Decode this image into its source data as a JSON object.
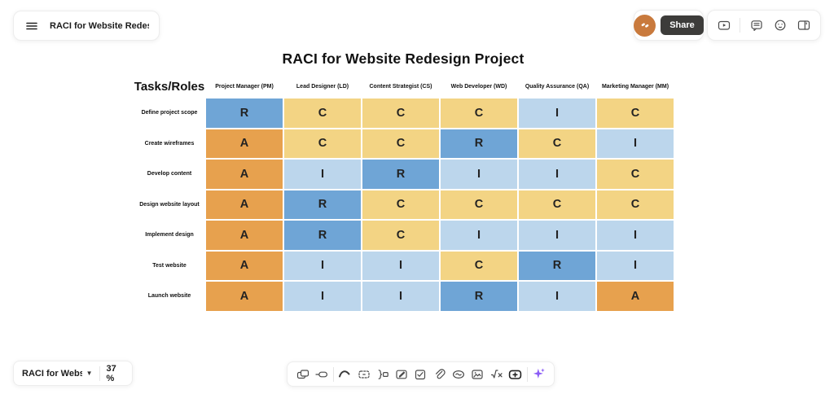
{
  "topbar": {
    "document_title": "RACI for Website Redesign Proj...",
    "share_label": "Share",
    "right_icons": [
      "play-icon",
      "divider",
      "comment-icon",
      "smiley-icon",
      "panel-icon"
    ]
  },
  "canvas": {
    "title": "RACI for Website Redesign Project"
  },
  "matrix": {
    "corner": "Tasks/Roles",
    "columns": [
      "Project Manager (PM)",
      "Lead Designer (LD)",
      "Content Strategist (CS)",
      "Web Developer (WD)",
      "Quality Assurance (QA)",
      "Marketing Manager (MM)"
    ],
    "rows": [
      {
        "task": "Define project scope",
        "values": [
          "R",
          "C",
          "C",
          "C",
          "I",
          "C"
        ]
      },
      {
        "task": "Create wireframes",
        "values": [
          "A",
          "C",
          "C",
          "R",
          "C",
          "I"
        ]
      },
      {
        "task": "Develop content",
        "values": [
          "A",
          "I",
          "R",
          "I",
          "I",
          "C"
        ]
      },
      {
        "task": "Design website layout",
        "values": [
          "A",
          "R",
          "C",
          "C",
          "C",
          "C"
        ]
      },
      {
        "task": "Implement design",
        "values": [
          "A",
          "R",
          "C",
          "I",
          "I",
          "I"
        ]
      },
      {
        "task": "Test website",
        "values": [
          "A",
          "I",
          "I",
          "C",
          "R",
          "I"
        ]
      },
      {
        "task": "Launch website",
        "values": [
          "A",
          "I",
          "I",
          "R",
          "I",
          "A"
        ]
      }
    ],
    "colors": {
      "R": "#6FA5D6",
      "A": "#E7A14E",
      "C": "#F3D484",
      "I": "#BCD6EC"
    },
    "accent_sparkle": "#8B5CF6"
  },
  "footer": {
    "board_name": "RACI for Webs...",
    "caret": "▼",
    "zoom_value": "37 %"
  },
  "toolbar": {
    "items": [
      "frames-icon",
      "connector-icon",
      "divider",
      "curve-icon",
      "select-area-icon",
      "bracket-label-icon",
      "note-edit-icon",
      "checkbox-icon",
      "paperclip-icon",
      "embed-icon",
      "image-icon",
      "formula-icon",
      "insert-widget-icon",
      "divider",
      "ai-sparkle-icon"
    ]
  }
}
